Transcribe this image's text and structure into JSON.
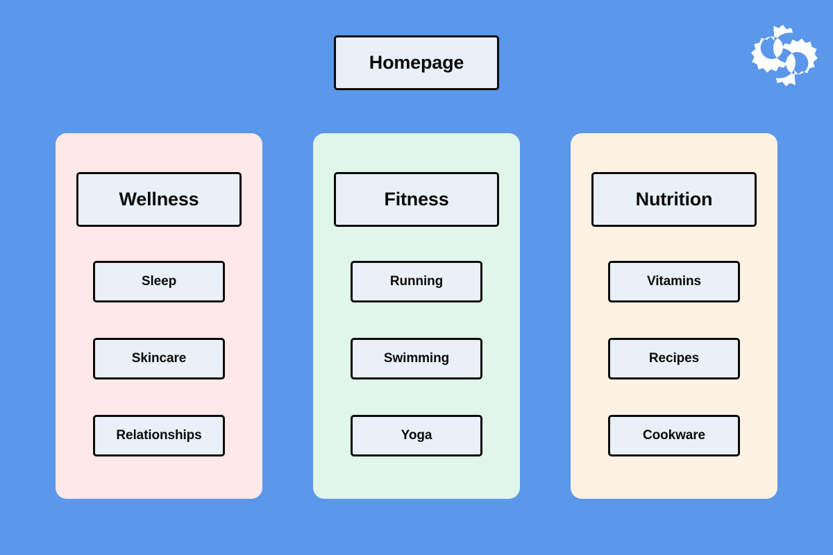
{
  "page": {
    "background_color": "#5b97ea",
    "node_fill_color": "#eaf0f8",
    "node_border_color": "#0a0a0a"
  },
  "logo": {
    "icon": "двойная-gears-icon",
    "name": "interlocking-gears-logo",
    "color": "#ffffff"
  },
  "root": {
    "label": "Homepage"
  },
  "columns": [
    {
      "id": "wellness",
      "header": "Wellness",
      "panel_color": "#ffe8e8",
      "children": [
        {
          "label": "Sleep"
        },
        {
          "label": "Skincare"
        },
        {
          "label": "Relationships"
        }
      ]
    },
    {
      "id": "fitness",
      "header": "Fitness",
      "panel_color": "#e1f6ea",
      "children": [
        {
          "label": "Running"
        },
        {
          "label": "Swimming"
        },
        {
          "label": "Yoga"
        }
      ]
    },
    {
      "id": "nutrition",
      "header": "Nutrition",
      "panel_color": "#fdf2e4",
      "children": [
        {
          "label": "Vitamins"
        },
        {
          "label": "Recipes"
        },
        {
          "label": "Cookware"
        }
      ]
    }
  ]
}
